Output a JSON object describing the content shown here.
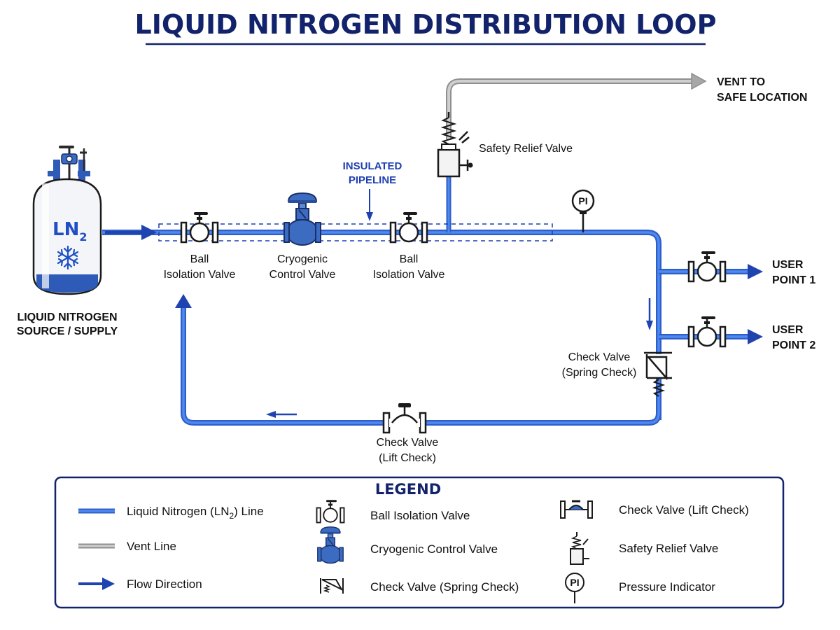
{
  "title": "LIQUID NITROGEN DISTRIBUTION LOOP",
  "colors": {
    "ln2_line": "#2f6fe0",
    "vent_line": "#a7a7a7",
    "valve_blue": "#3b6cc2",
    "title_navy": "#12236b",
    "label_blue": "#1f3fb0"
  },
  "source": {
    "symbol": "LN",
    "symbol_sub": "2",
    "icon": "snowflake-icon",
    "label_line1": "LIQUID NITROGEN",
    "label_line2": "SOURCE / SUPPLY"
  },
  "components": {
    "ball_valve_1": {
      "line1": "Ball",
      "line2": "Isolation Valve"
    },
    "control_valve": {
      "line1": "Cryogenic",
      "line2": "Control Valve"
    },
    "ball_valve_2": {
      "line1": "Ball",
      "line2": "Isolation Valve"
    },
    "relief_valve": {
      "label": "Safety Relief Valve"
    },
    "pressure_indicator": {
      "tag": "PI"
    },
    "spring_check": {
      "line1": "Check Valve",
      "line2": "(Spring Check)"
    },
    "lift_check": {
      "line1": "Check Valve",
      "line2": "(Lift Check)"
    }
  },
  "annotations": {
    "insulated_line1": "INSULATED",
    "insulated_line2": "PIPELINE",
    "vent_line1": "VENT TO",
    "vent_line2": "SAFE LOCATION"
  },
  "user_points": [
    {
      "line1": "USER",
      "line2": "POINT 1"
    },
    {
      "line1": "USER",
      "line2": "POINT 2"
    }
  ],
  "legend": {
    "title": "LEGEND",
    "items": [
      {
        "icon": "ln2-line-icon",
        "text_before": "Liquid Nitrogen (LN",
        "text_sub": "2",
        "text_after": ") Line"
      },
      {
        "icon": "vent-line-icon",
        "text": "Vent Line"
      },
      {
        "icon": "flow-arrow-icon",
        "text": "Flow Direction"
      },
      {
        "icon": "ball-valve-icon",
        "text": "Ball Isolation Valve"
      },
      {
        "icon": "control-valve-icon",
        "text": "Cryogenic Control Valve"
      },
      {
        "icon": "spring-check-icon",
        "text": "Check Valve (Spring Check)"
      },
      {
        "icon": "lift-check-icon",
        "text": "Check Valve (Lift Check)"
      },
      {
        "icon": "relief-valve-icon",
        "text": "Safety Relief Valve"
      },
      {
        "icon": "pressure-indicator-icon",
        "text": "Pressure Indicator"
      }
    ]
  }
}
